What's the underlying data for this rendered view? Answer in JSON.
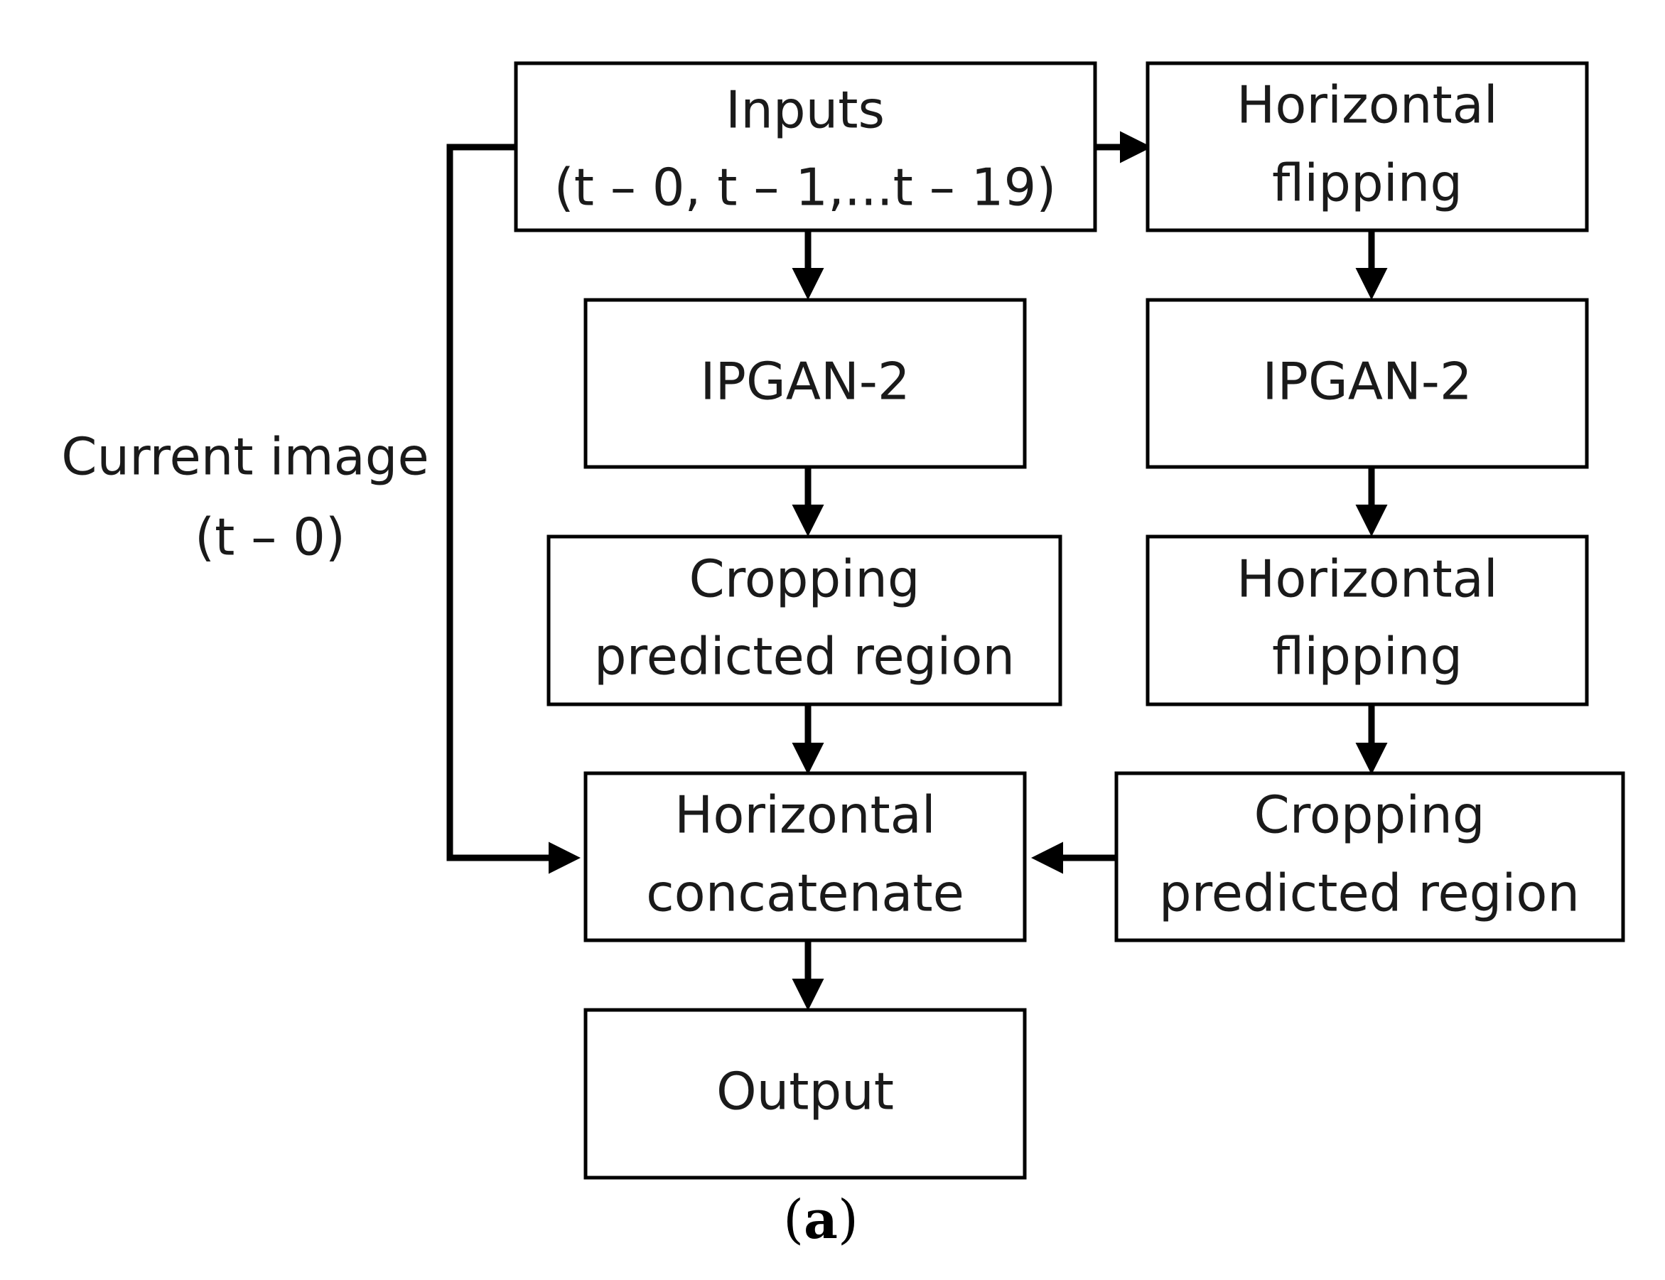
{
  "diagram": {
    "boxes": {
      "inputs": [
        "Inputs",
        "(t – 0, t – 1,...t – 19)"
      ],
      "flip_top": [
        "Horizontal",
        "flipping"
      ],
      "ipgan_left": [
        "IPGAN-2"
      ],
      "ipgan_right": [
        "IPGAN-2"
      ],
      "crop_left": [
        "Cropping",
        "predicted region"
      ],
      "flip_mid": [
        "Horizontal",
        "flipping"
      ],
      "concat": [
        "Horizontal",
        "concatenate"
      ],
      "crop_right": [
        "Cropping",
        "predicted region"
      ],
      "output": [
        "Output"
      ]
    },
    "side_label": [
      "Current image",
      "(t – 0)"
    ],
    "caption": {
      "open": "(",
      "letter": "a",
      "close": ")"
    }
  }
}
